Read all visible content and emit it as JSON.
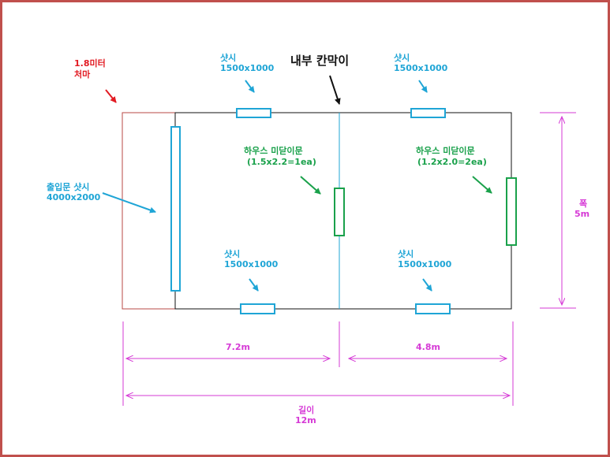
{
  "colors": {
    "frame": "#c0504d",
    "red": "#e21b23",
    "blue": "#1fa5d6",
    "green": "#1aa14b",
    "magenta": "#d63ad6",
    "black": "#111111",
    "eave": "#b84a45"
  },
  "labels": {
    "eave_line1": "1.8미터",
    "eave_line2": "처마",
    "partition": "내부 칸막이",
    "sash_top_left_line1": "샷시",
    "sash_top_left_line2": "1500x1000",
    "sash_top_right_line1": "샷시",
    "sash_top_right_line2": "1500x1000",
    "sash_bottom_left_line1": "샷시",
    "sash_bottom_left_line2": "1500x1000",
    "sash_bottom_right_line1": "샷시",
    "sash_bottom_right_line2": "1500x1000",
    "entrance_line1": "출입문 샷시",
    "entrance_line2": "4000x2000",
    "door_left_line1": "하우스 미닫이문",
    "door_left_line2": "(1.5x2.2=1ea)",
    "door_right_line1": "하우스 미닫이문",
    "door_right_line2": "(1.2x2.0=2ea)",
    "width_line1": "폭",
    "width_line2": "5m",
    "dim_left": "7.2m",
    "dim_right": "4.8m",
    "length_line1": "길이",
    "length_line2": "12m"
  }
}
